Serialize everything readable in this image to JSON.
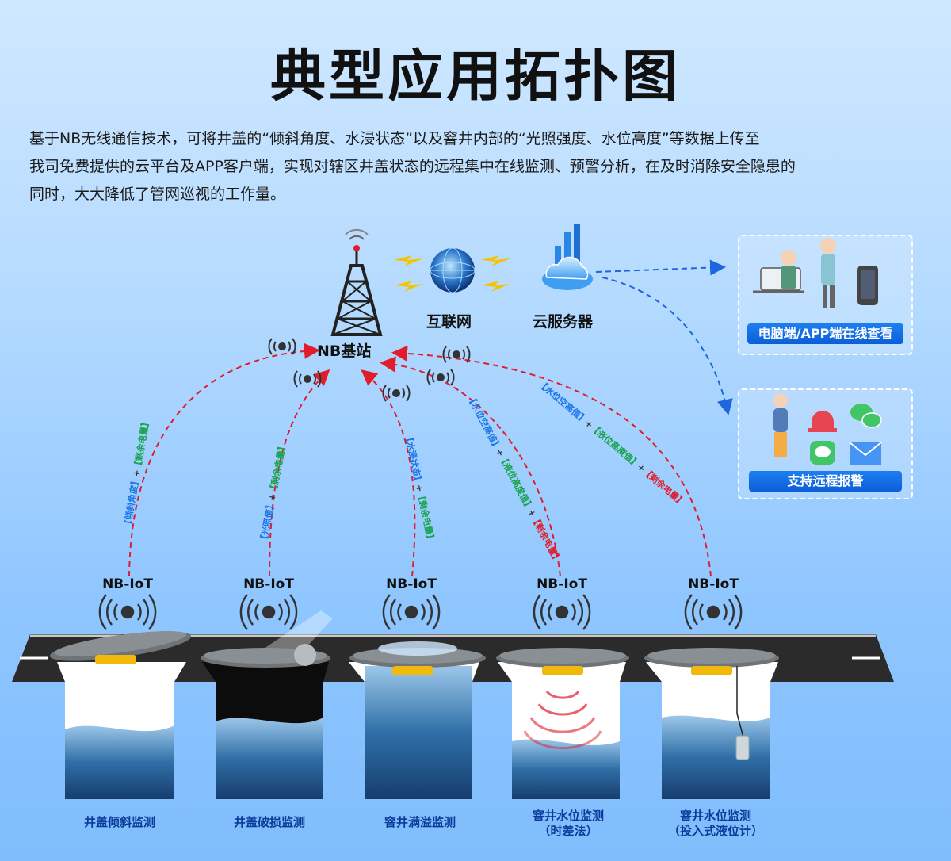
{
  "title": "典型应用拓扑图",
  "intro": [
    "基于NB无线通信技术，可将井盖的“倾斜角度、水浸状态”以及窨井内部的“光照强度、水位高度”等数据上传至",
    "我司免费提供的云平台及APP客户端，实现对辖区井盖状态的远程集中在线监测、预警分析，在及时消除安全隐患的",
    "同时，大大降低了管网巡视的工作量。"
  ],
  "network": {
    "base_station": "NB基站",
    "internet": "互联网",
    "cloud_server": "云服务器"
  },
  "panels": {
    "view": "电脑端/APP端在线查看",
    "alarm": "支持远程报警"
  },
  "nbiot": "NB-IoT",
  "links": [
    {
      "a": "【倾斜角度】",
      "b": "【剩余电量】"
    },
    {
      "a": "【光照值】",
      "b": "【剩余电量】"
    },
    {
      "a": "【水浸状态】",
      "b": "【剩余电量】"
    },
    {
      "a": "【水位空高值】",
      "b": "【液位高度值】",
      "c": "【剩余电量】"
    },
    {
      "a": "【水位空高值】",
      "b": "【液位高度值】",
      "c": "【剩余电量】"
    }
  ],
  "plus": "+",
  "wells": [
    {
      "label": "井盖倾斜监测"
    },
    {
      "label": "井盖破损监测"
    },
    {
      "label": "窨井满溢监测"
    },
    {
      "label": "窨井水位监测",
      "sub": "（时差法）"
    },
    {
      "label": "窨井水位监测",
      "sub": "（投入式液位计）"
    }
  ],
  "colors": {
    "accent": "#1a73e8",
    "arrow_red": "#e11d2b",
    "arrow_blue": "#1e66e0",
    "label_blue": "#0b3b9a"
  }
}
